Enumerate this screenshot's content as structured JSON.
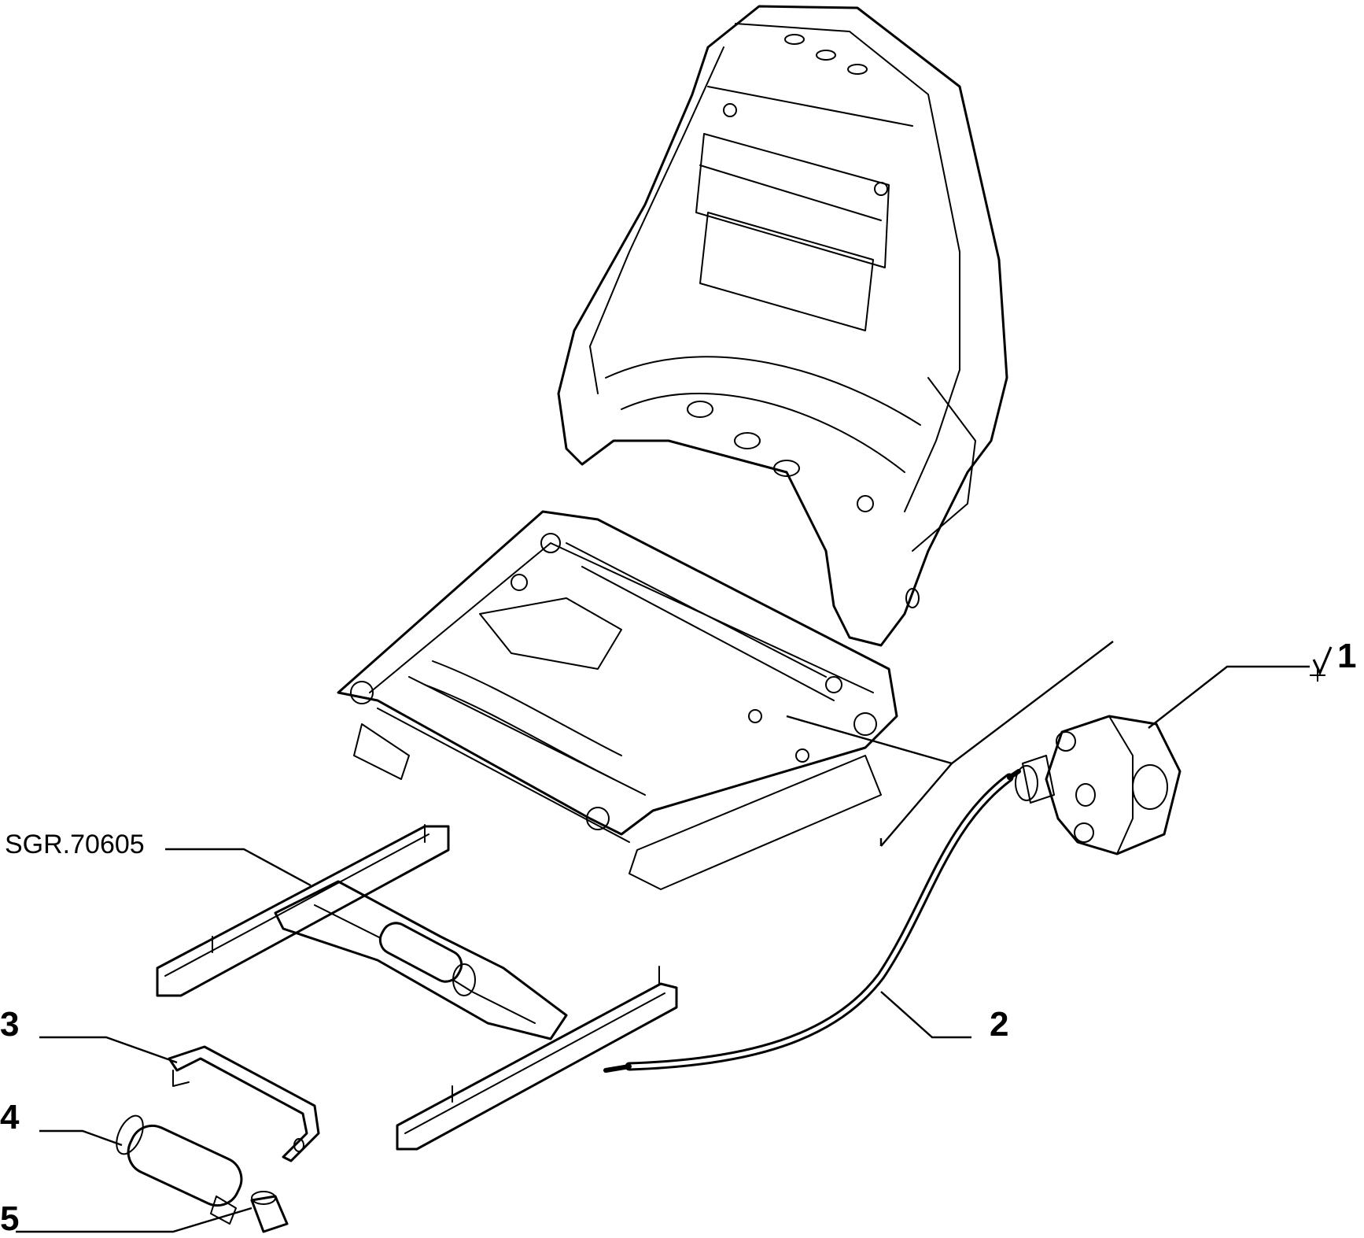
{
  "diagram": {
    "reference_code": "SGR.70605",
    "callouts": [
      {
        "id": "1",
        "label": "1",
        "has_marker": true
      },
      {
        "id": "2",
        "label": "2"
      },
      {
        "id": "3",
        "label": "3"
      },
      {
        "id": "4",
        "label": "4"
      },
      {
        "id": "5",
        "label": "5"
      }
    ],
    "line_color": "#000000",
    "background": "#ffffff"
  }
}
